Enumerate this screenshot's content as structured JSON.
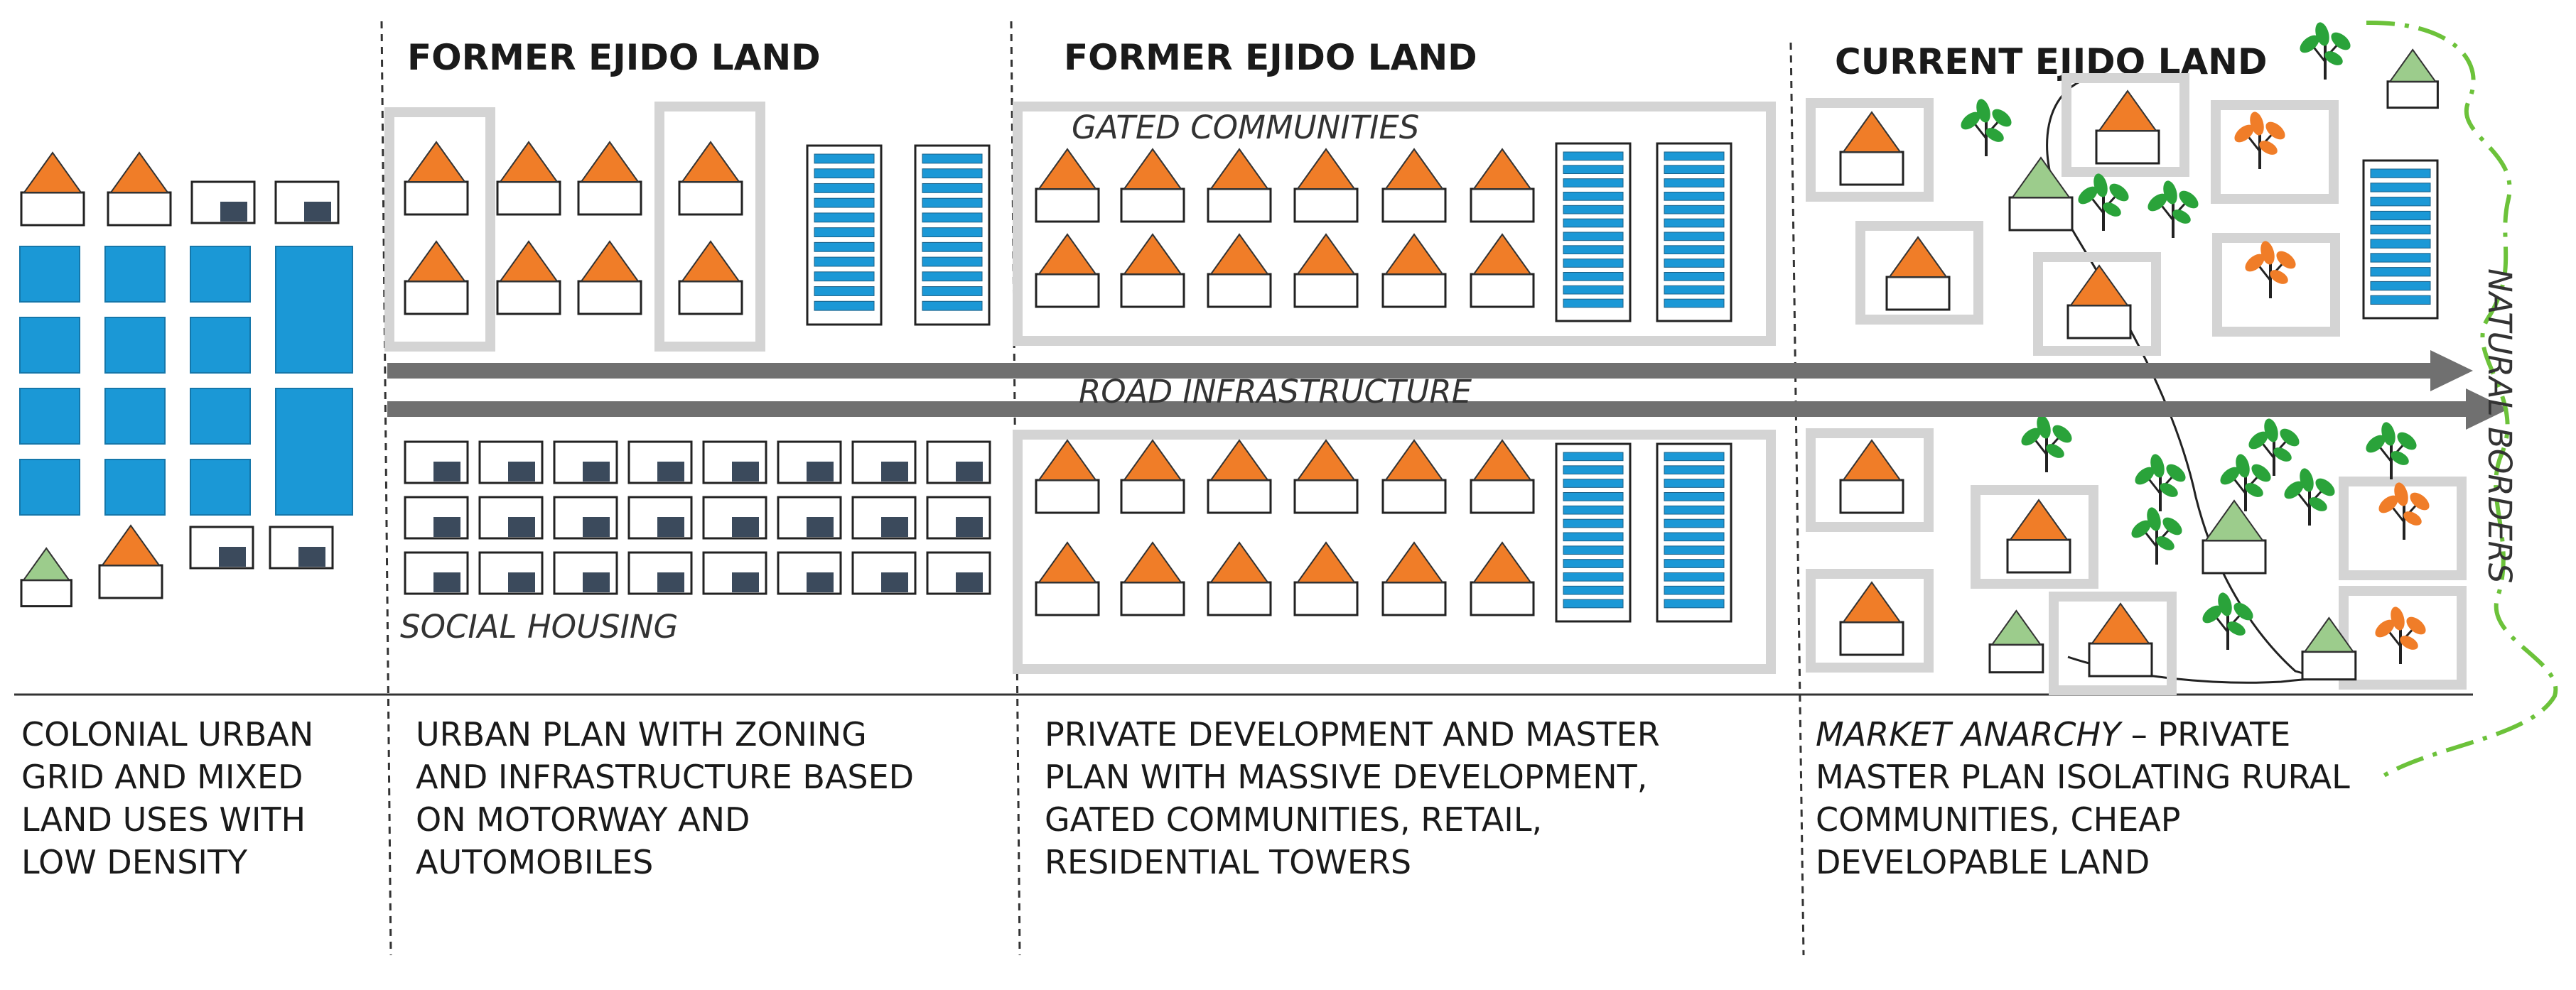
{
  "headers": [
    "FORMER EJIDO LAND",
    "FORMER EJIDO LAND",
    "CURRENT EJIDO LAND"
  ],
  "labels": {
    "gated_communities": "GATED COMMUNITIES",
    "road_infrastructure": "ROAD INFRASTRUCTURE",
    "social_housing": "SOCIAL HOUSING",
    "natural_borders": "NATURAL BORDERS"
  },
  "captions": {
    "col1": [
      "COLONIAL URBAN",
      "GRID AND MIXED",
      "LAND USES WITH",
      "LOW DENSITY"
    ],
    "col2": [
      "URBAN PLAN WITH ZONING",
      "AND INFRASTRUCTURE BASED",
      "ON MOTORWAY AND",
      "AUTOMOBILES"
    ],
    "col3": [
      "PRIVATE DEVELOPMENT AND MASTER",
      "PLAN WITH MASSIVE DEVELOPMENT,",
      "GATED COMMUNITIES, RETAIL,",
      "RESIDENTIAL TOWERS"
    ],
    "col4_italic": "MARKET ANARCHY",
    "col4_first_rest": " – PRIVATE",
    "col4": [
      "MASTER PLAN ISOLATING RURAL",
      "COMMUNITIES, CHEAP",
      "DEVELOPABLE LAND"
    ]
  },
  "colors": {
    "house_roof": "#f07d28",
    "rural_roof": "#9ccc8c",
    "block_blue": "#1b98d6",
    "stripe_blue": "#1b98d6",
    "housing_window": "#3b4a5c",
    "fence_gray": "#d4d4d4",
    "road_gray": "#707070",
    "tree_green": "#2aa33a",
    "tree_orange": "#f07d28",
    "border_green": "#6cc23a"
  }
}
